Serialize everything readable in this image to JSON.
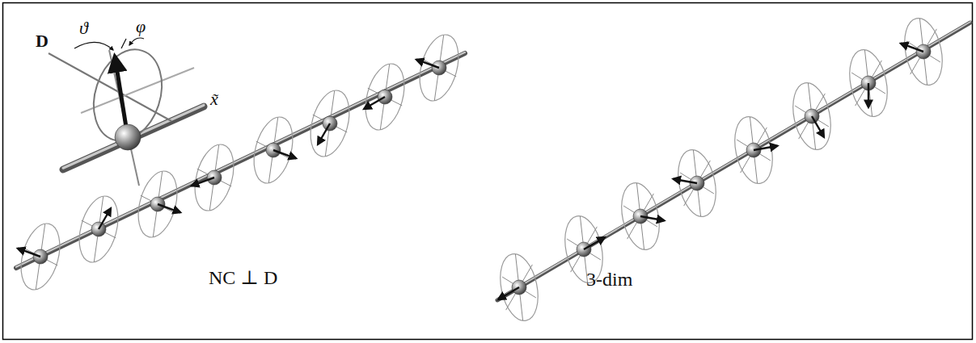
{
  "diagram": {
    "labels": [
      "D",
      "ϑ",
      "φ",
      "x̃",
      "NC ⊥ D",
      "3-dim"
    ]
  }
}
